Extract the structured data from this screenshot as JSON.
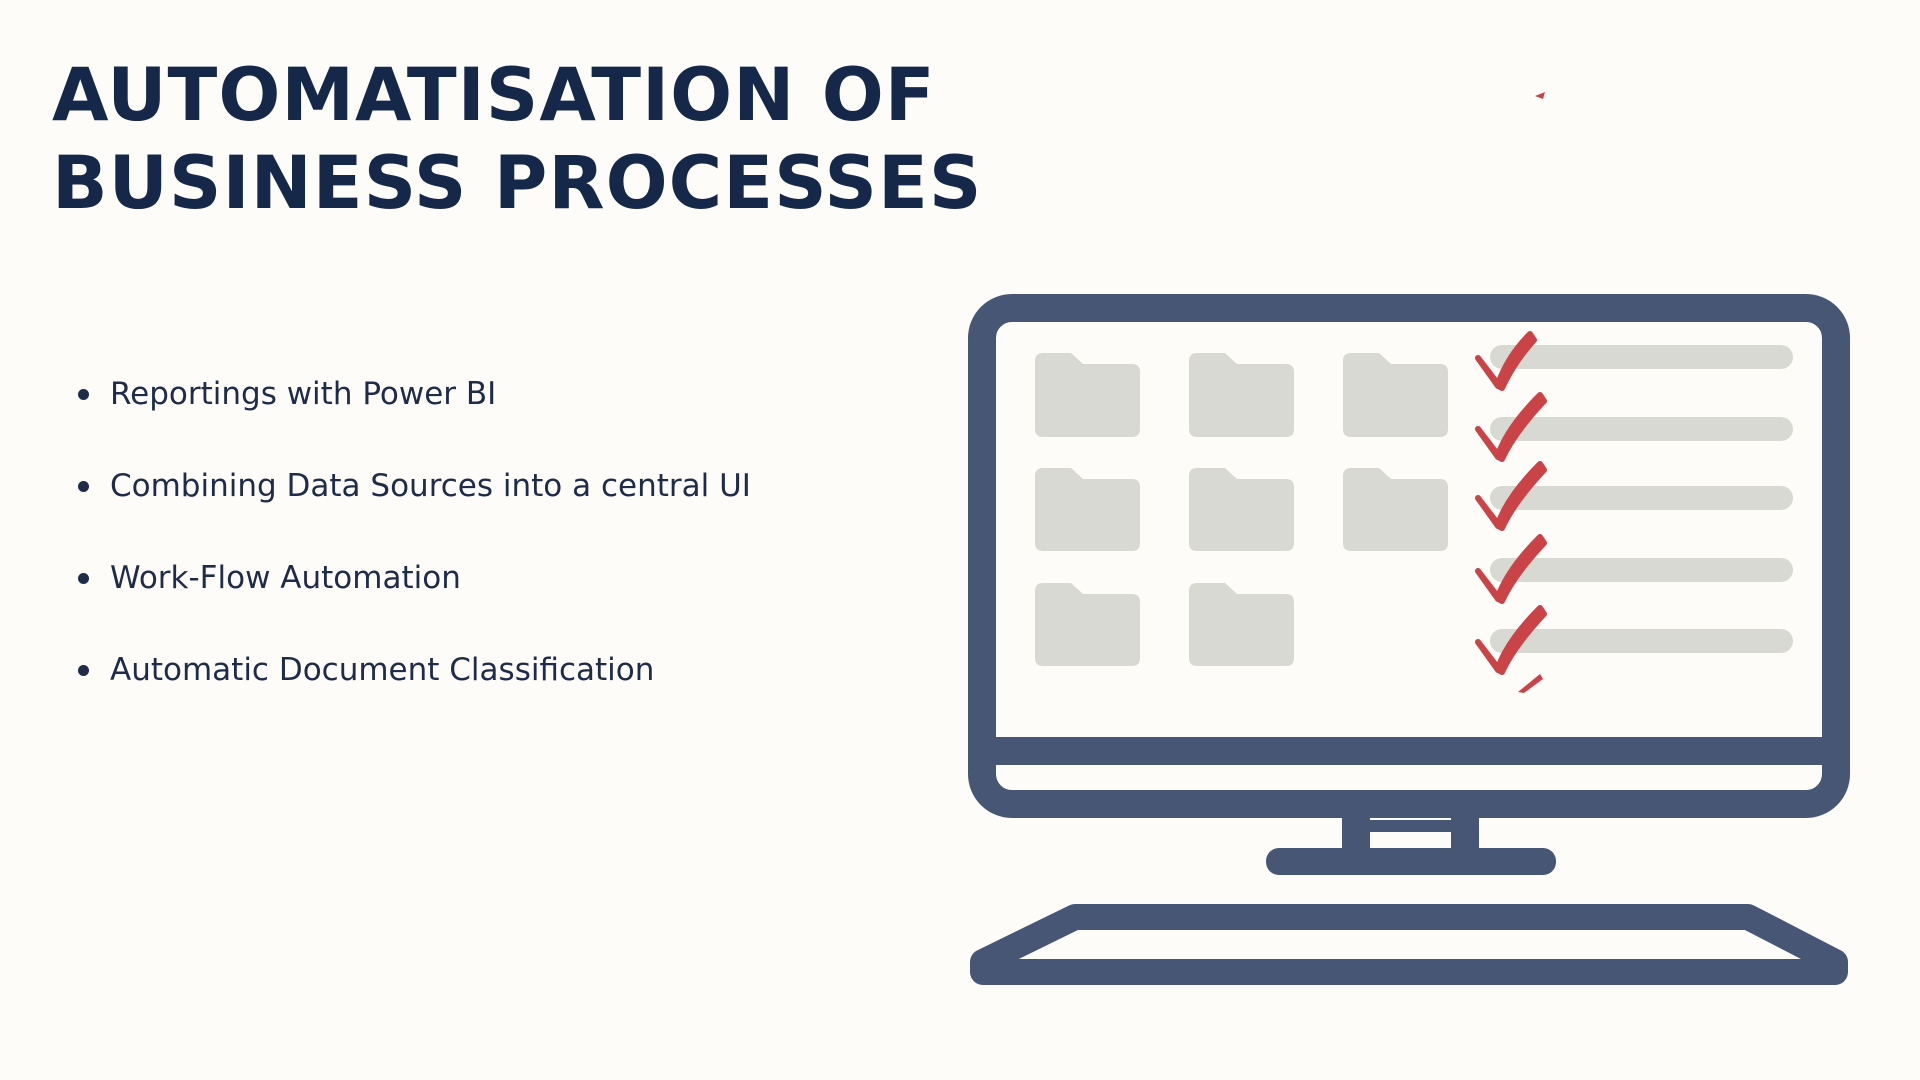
{
  "title": {
    "line1": "AUTOMATISATION OF",
    "line2": "BUSINESS PROCESSES"
  },
  "bullets": [
    "Reportings with Power BI",
    "Combining Data Sources into a central UI",
    "Work-Flow Automation",
    "Automatic Document Classification"
  ],
  "illustration": {
    "monitor_color": "#465674",
    "folder_color": "#d9d9d4",
    "checkmark_color": "#c94347",
    "folder_count": 8,
    "checklist_rows": 5
  }
}
